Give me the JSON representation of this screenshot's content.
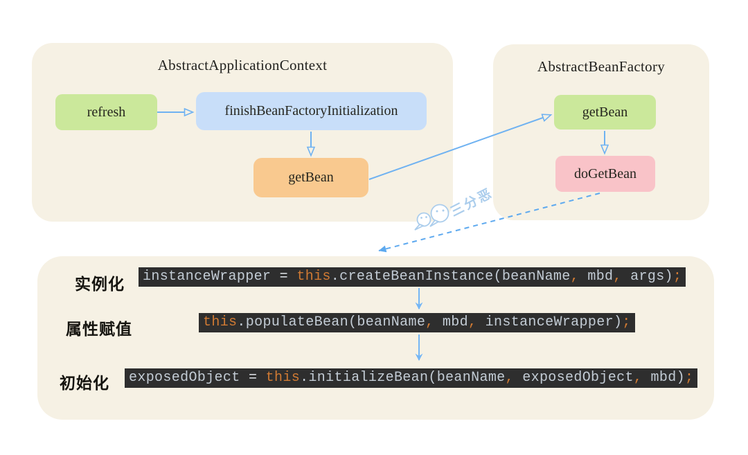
{
  "diagram": {
    "left_panel": {
      "title": "AbstractApplicationContext",
      "nodes": {
        "refresh": "refresh",
        "finish": "finishBeanFactoryInitialization",
        "get_bean": "getBean"
      }
    },
    "right_panel": {
      "title": "AbstractBeanFactory",
      "nodes": {
        "get_bean": "getBean",
        "do_get_bean": "doGetBean"
      }
    },
    "watermark": {
      "text": "三分恶",
      "icon": "wechat-bubbles-icon"
    },
    "steps_panel": {
      "rows": [
        {
          "label": "实例化",
          "code": "instanceWrapper = this.createBeanInstance(beanName, mbd, args);",
          "segments": [
            {
              "t": "instanceWrapper ",
              "c": "plain"
            },
            {
              "t": "= ",
              "c": "op"
            },
            {
              "t": "this",
              "c": "kw"
            },
            {
              "t": ".createBeanInstance(beanName",
              "c": "plain"
            },
            {
              "t": ",",
              "c": "kw"
            },
            {
              "t": " mbd",
              "c": "plain"
            },
            {
              "t": ",",
              "c": "kw"
            },
            {
              "t": " args)",
              "c": "plain"
            },
            {
              "t": ";",
              "c": "kw"
            }
          ]
        },
        {
          "label": "属性赋值",
          "code": "this.populateBean(beanName, mbd, instanceWrapper);",
          "segments": [
            {
              "t": "this",
              "c": "kw"
            },
            {
              "t": ".populateBean(beanName",
              "c": "plain"
            },
            {
              "t": ",",
              "c": "kw"
            },
            {
              "t": " mbd",
              "c": "plain"
            },
            {
              "t": ",",
              "c": "kw"
            },
            {
              "t": " instanceWrapper)",
              "c": "plain"
            },
            {
              "t": ";",
              "c": "kw"
            }
          ]
        },
        {
          "label": "初始化",
          "code": "exposedObject = this.initializeBean(beanName, exposedObject, mbd);",
          "segments": [
            {
              "t": "exposedObject ",
              "c": "plain"
            },
            {
              "t": "= ",
              "c": "op"
            },
            {
              "t": "this",
              "c": "kw"
            },
            {
              "t": ".initializeBean(beanName",
              "c": "plain"
            },
            {
              "t": ",",
              "c": "kw"
            },
            {
              "t": " exposedObject",
              "c": "plain"
            },
            {
              "t": ",",
              "c": "kw"
            },
            {
              "t": " mbd)",
              "c": "plain"
            },
            {
              "t": ";",
              "c": "kw"
            }
          ]
        }
      ]
    },
    "colors": {
      "panel_bg": "#f6f1e4",
      "node_green": "#cbe89b",
      "node_blue": "#c8def9",
      "node_orange": "#f9c98f",
      "node_pink": "#f9c3c8",
      "arrow_blue": "#6fb2f1",
      "dashed_arrow_blue": "#5da9ef",
      "code_bg": "#2e2e2e",
      "code_text": "#c3ccd5",
      "code_keyword": "#d07a33",
      "watermark": "#abcdec"
    }
  }
}
